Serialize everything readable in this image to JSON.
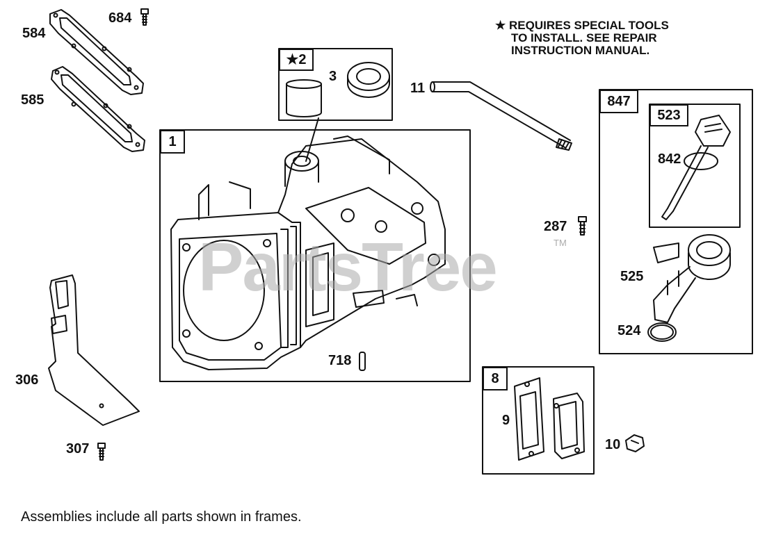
{
  "note": {
    "star": "★",
    "lines": [
      "REQUIRES SPECIAL TOOLS",
      "TO INSTALL.  SEE REPAIR",
      "INSTRUCTION MANUAL."
    ]
  },
  "footer": "Assemblies include all parts shown in frames.",
  "watermark": {
    "text": "PartsTree",
    "tm": "TM"
  },
  "frames": {
    "f1": "1",
    "f2": "★2",
    "f8": "8",
    "f847": "847",
    "f523": "523"
  },
  "parts": {
    "p584": "584",
    "p684": "684",
    "p585": "585",
    "p3": "3",
    "p11": "11",
    "p287": "287",
    "p842": "842",
    "p525": "525",
    "p524": "524",
    "p718": "718",
    "p306": "306",
    "p307": "307",
    "p9": "9",
    "p10": "10"
  },
  "icons": {
    "cylinder_block": "engine-cylinder-block-icon",
    "oil_fill_tube": "oil-fill-tube-icon",
    "dipstick": "dipstick-icon"
  }
}
